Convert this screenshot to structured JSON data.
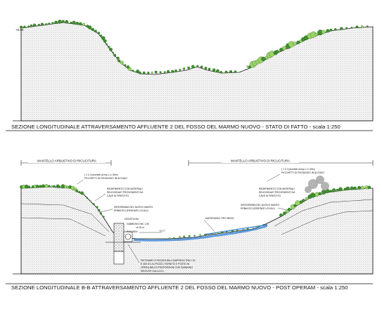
{
  "section1": {
    "caption": "SEZIONE LONGITUDINALE ATTRAVERSAMENTO AFFLUENTE 2 DEL FOSSO DEL MARMO NUOVO - STATO DI FATTO  -  scala 1:250",
    "level_left": "+0.06",
    "level_right": "1.17"
  },
  "section2": {
    "caption": "SEZIONE LONGITUDINALE B-B ATTRAVERSAMENTO AFFLUENTE 2 DEL FOSSO DEL MARMO NUOVO - POST OPERAM  -  scala 1:250",
    "band_left": "MANTELLO ARBUSTIVO DI RICUCITURA",
    "band_right": "MANTELLO ARBUSTIVO DI RICUCITURA",
    "notes": {
      "picchetti_left": [
        "( 1 0 2  picchetti al mq L=1.00m)",
        "PICCHETTI DI FISSAGGIO IN ACCIAIO"
      ],
      "riempimento_left": [
        "RIEMPIMENTO CON MATERIALI",
        "SELEZIONATI PROVENIENTI DA",
        "CAVE DI PRESTITO"
      ],
      "idrosemina_left": [
        "IDROSEMINA DEL NUOVO MANTO",
        "ERBACEO (ESSENZE LOCALI)"
      ],
      "geotubo": "GEOSTUOIA",
      "gabbioni": [
        "GABBIONI DIM. 1,50",
        "x1,00  m"
      ],
      "pvc": "PVC #500",
      "level_mid": "+0.77",
      "materasso": "MATERASSO TIPO  RENO",
      "pietrame": [
        "PIETRAME DI PEZZATURA COMPRESA TRA 1 50",
        "E 300 KG AL PEZZO, FORNITO E POSTO IN",
        "OPERA NELLE PROPORZIONI CHE SARANNO",
        "INDICATE DALLA D.L."
      ],
      "picchetti_right": [
        "( 1 0 2  picchetti al mq L=1.00m)",
        "PICCHETTI DI FISSAGGIO IN ACCIAIO"
      ],
      "riempimento_right": [
        "RIEMPIMENTO CON MATERIALI",
        "SELEZIONATI PROVENIENTI DA",
        "CAVE DI PRESTITO"
      ],
      "idrosemina_right": [
        "IDROSEMINA DEL NUOVO MANTO",
        "ERBACEO (ESSENZE LOCALI)"
      ]
    }
  },
  "colors": {
    "vegetation": "#3e8f2c",
    "vegetation_light": "#9bd36a",
    "water": "#2f7fd6",
    "ground": "#111111",
    "band": "#222222"
  }
}
